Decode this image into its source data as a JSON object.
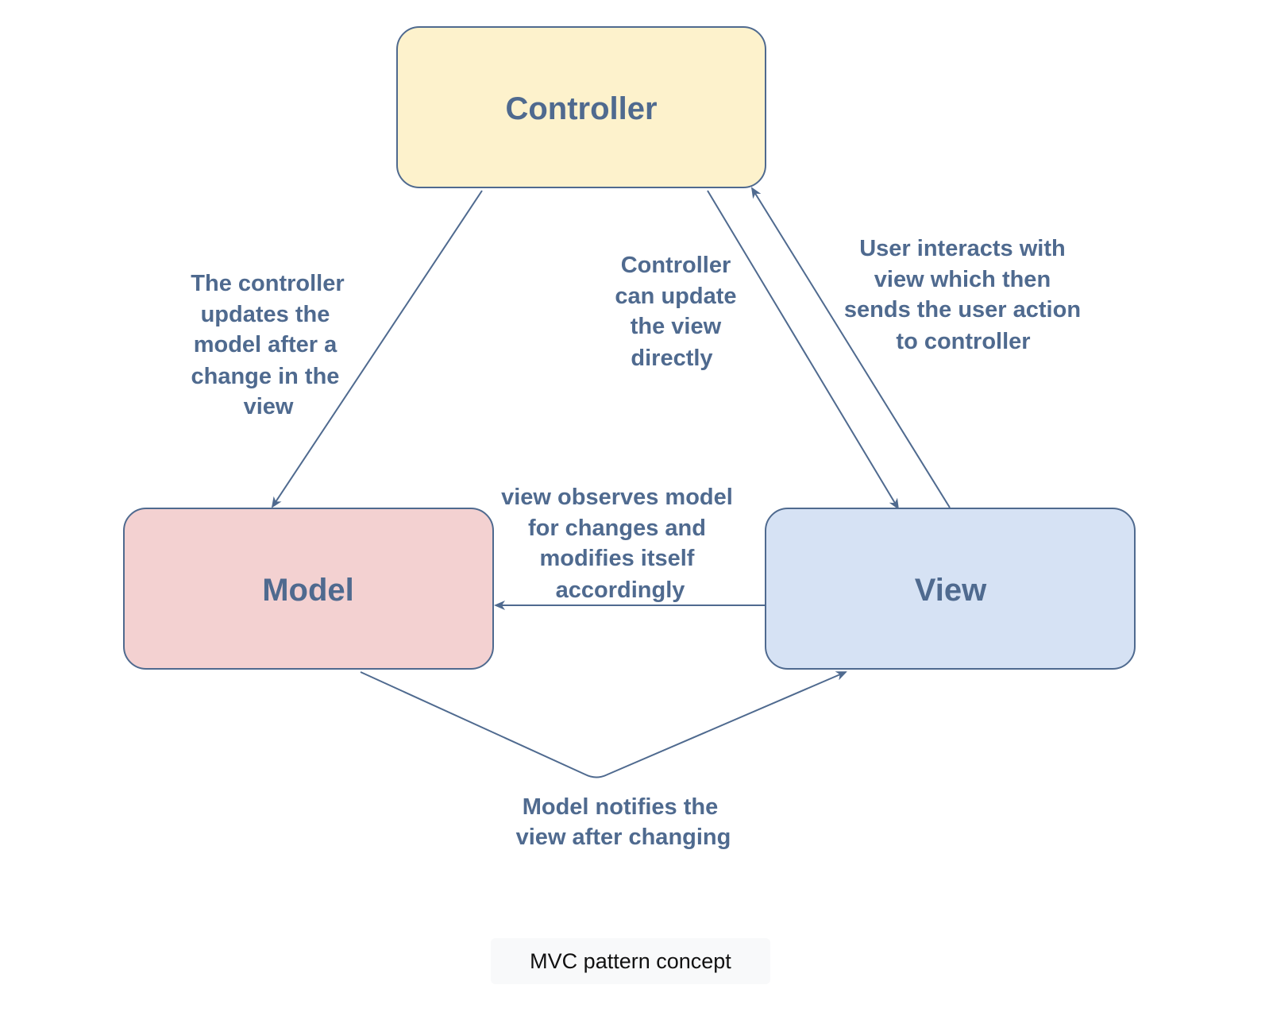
{
  "nodes": {
    "controller": {
      "label": "Controller",
      "fill": "#fdf2cc"
    },
    "model": {
      "label": "Model",
      "fill": "#f3d1d1"
    },
    "view": {
      "label": "View",
      "fill": "#d6e2f4"
    }
  },
  "edges": {
    "controller_to_model": [
      "The controller",
      "updates the",
      "model after a",
      "change in the",
      "view"
    ],
    "controller_to_view": [
      "Controller",
      "can update",
      "the view",
      "directly"
    ],
    "view_to_controller": [
      "User interacts with",
      "view which then",
      "sends the user action",
      "to controller"
    ],
    "view_to_model": [
      "view observes model",
      "for changes and",
      "modifies itself",
      "accordingly"
    ],
    "model_to_view": [
      "Model notifies the",
      "view after changing"
    ]
  },
  "caption": "MVC pattern concept",
  "colors": {
    "stroke": "#4f6a8f",
    "text": "#4f6a8f"
  }
}
